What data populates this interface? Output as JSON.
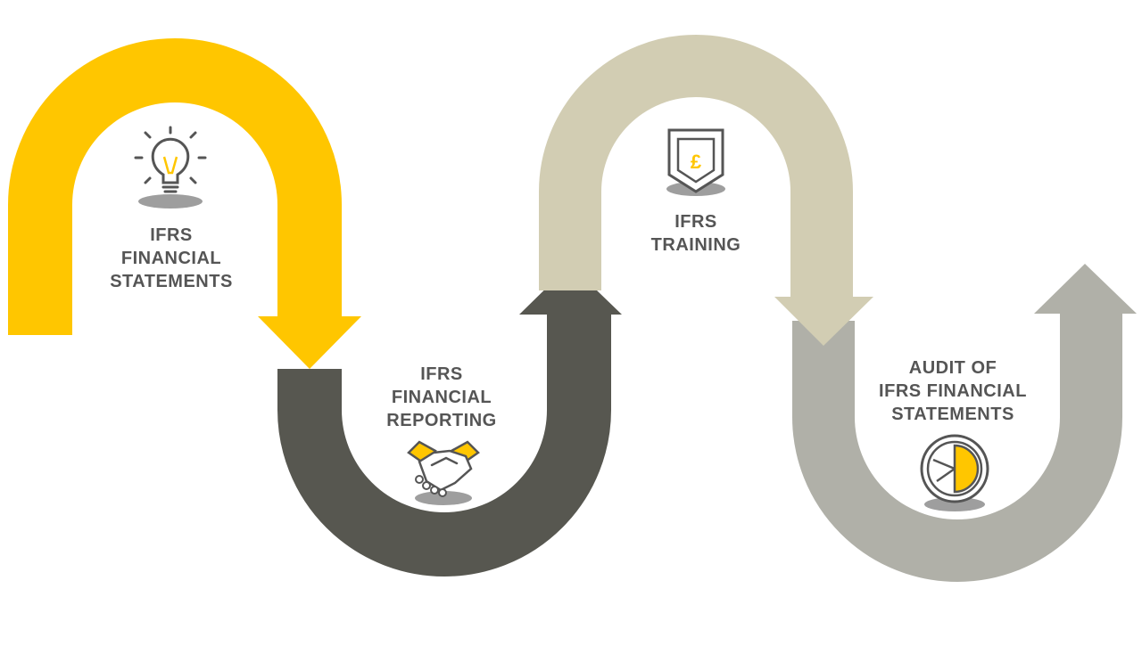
{
  "colors": {
    "yellow": "#FFC600",
    "dark": "#575750",
    "beige": "#D2CDB3",
    "gray": "#B0B0A8",
    "text": "#555555",
    "icon_stroke": "#555555",
    "shadow": "#9E9E9E"
  },
  "steps": [
    {
      "lines": [
        "IFRS",
        "FINANCIAL",
        "STATEMENTS"
      ],
      "icon": "lightbulb-icon",
      "color": "yellow"
    },
    {
      "lines": [
        "IFRS",
        "FINANCIAL",
        "REPORTING"
      ],
      "icon": "handshake-icon",
      "color": "dark"
    },
    {
      "lines": [
        "IFRS",
        "TRAINING"
      ],
      "icon": "pound-shield-icon",
      "color": "beige"
    },
    {
      "lines": [
        "AUDIT OF",
        "IFRS FINANCIAL",
        "STATEMENTS"
      ],
      "icon": "pie-chart-icon",
      "color": "gray"
    }
  ]
}
